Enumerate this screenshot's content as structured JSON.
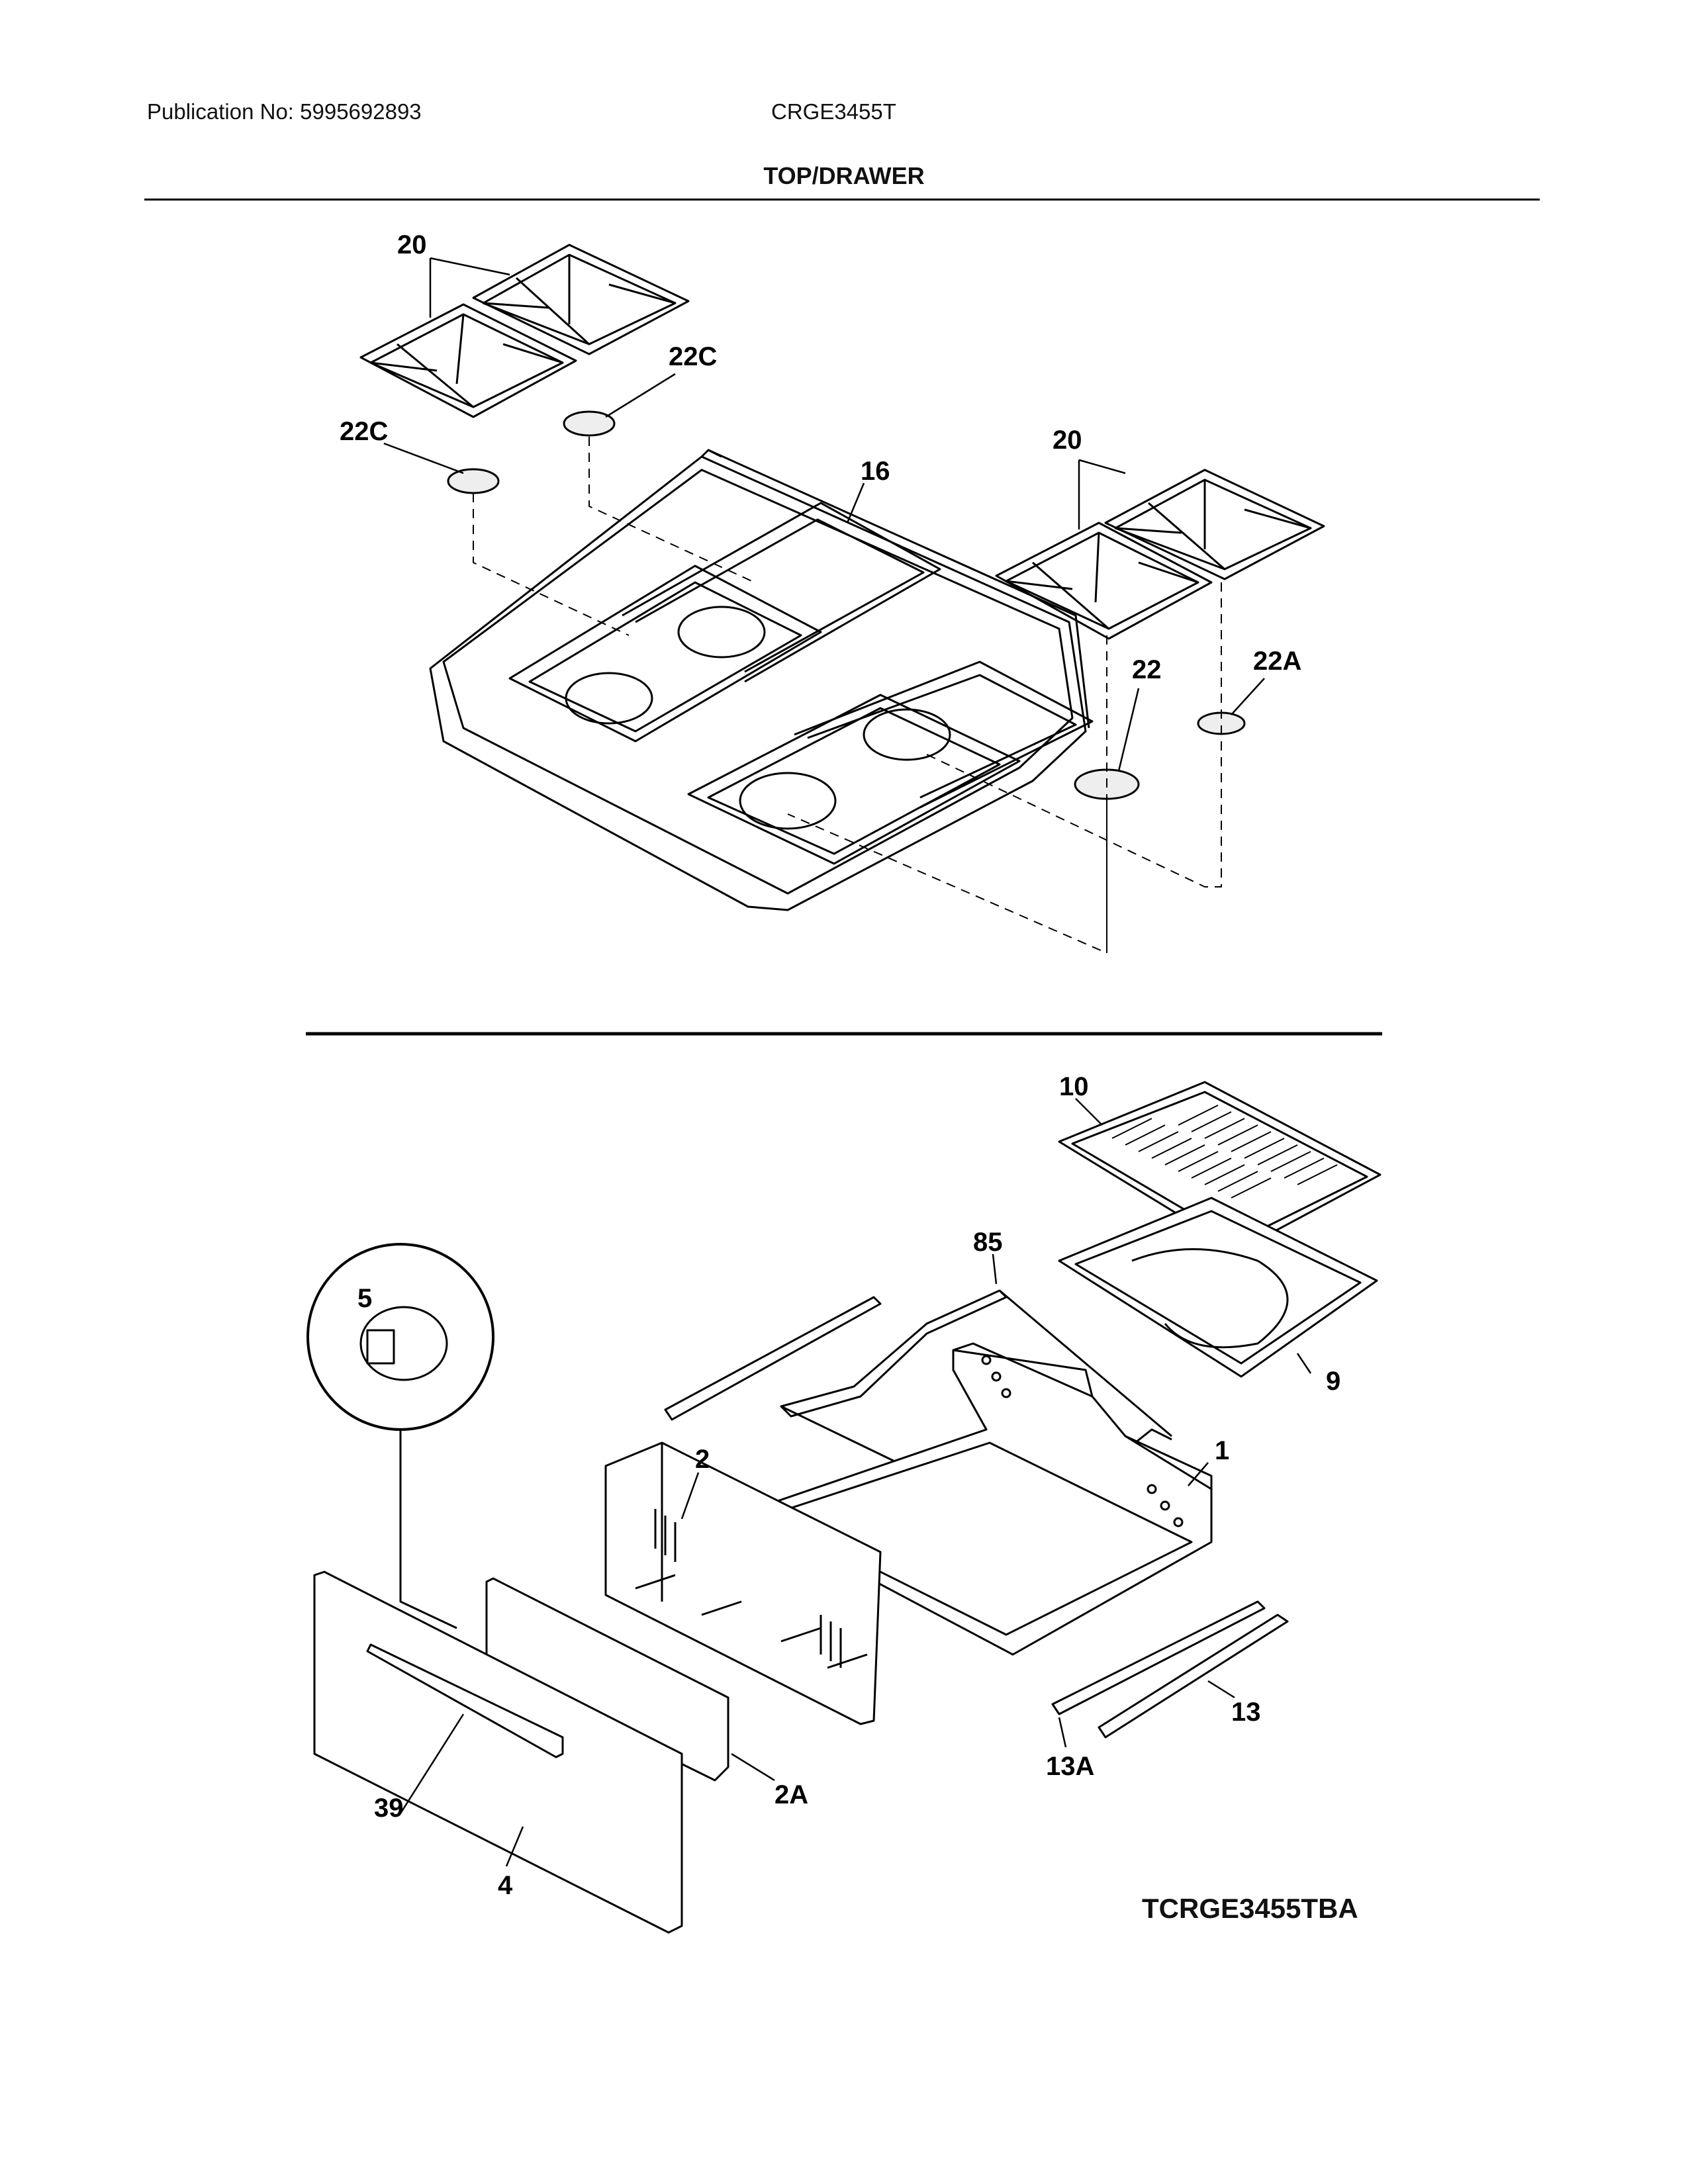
{
  "header": {
    "publication": "Publication No: 5995692893",
    "model": "CRGE3455T",
    "section_title": "TOP/DRAWER"
  },
  "callouts": {
    "grate_left": "20",
    "cap_c_upper": "22C",
    "cap_c_lower": "22C",
    "grate_right": "20",
    "cooktop": "16",
    "cap_large": "22",
    "cap_small": "22A",
    "broil_insert": "10",
    "rack": "85",
    "knob": "5",
    "broil_pan": "9",
    "drawer_back": "2",
    "drawer_body": "1",
    "slide_right": "13",
    "slide_left": "13A",
    "handle": "39",
    "panel_inner": "2A",
    "front_panel": "4"
  },
  "drawing_code": "TCRGE3455TBA"
}
